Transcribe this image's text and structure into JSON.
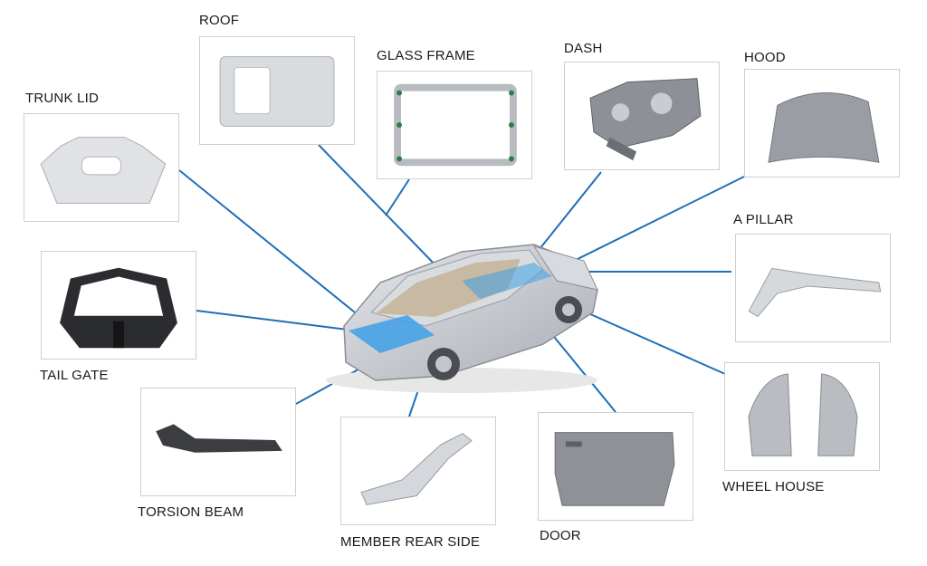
{
  "diagram": {
    "parts": {
      "roof": "ROOF",
      "glass_frame": "GLASS FRAME",
      "dash": "DASH",
      "hood": "HOOD",
      "trunk_lid": "TRUNK LID",
      "a_pillar": "A PILLAR",
      "tail_gate": "TAIL GATE",
      "wheel_house": "WHEEL HOUSE",
      "torsion_beam": "TORSION BEAM",
      "member_rear_side": "MEMBER REAR SIDE",
      "door": "DOOR"
    },
    "colors": {
      "connector": "#1f6fb8",
      "panel_border": "#cfcfcf",
      "car_body": "#c9ccd1",
      "highlight": "#3ea0e6"
    }
  }
}
